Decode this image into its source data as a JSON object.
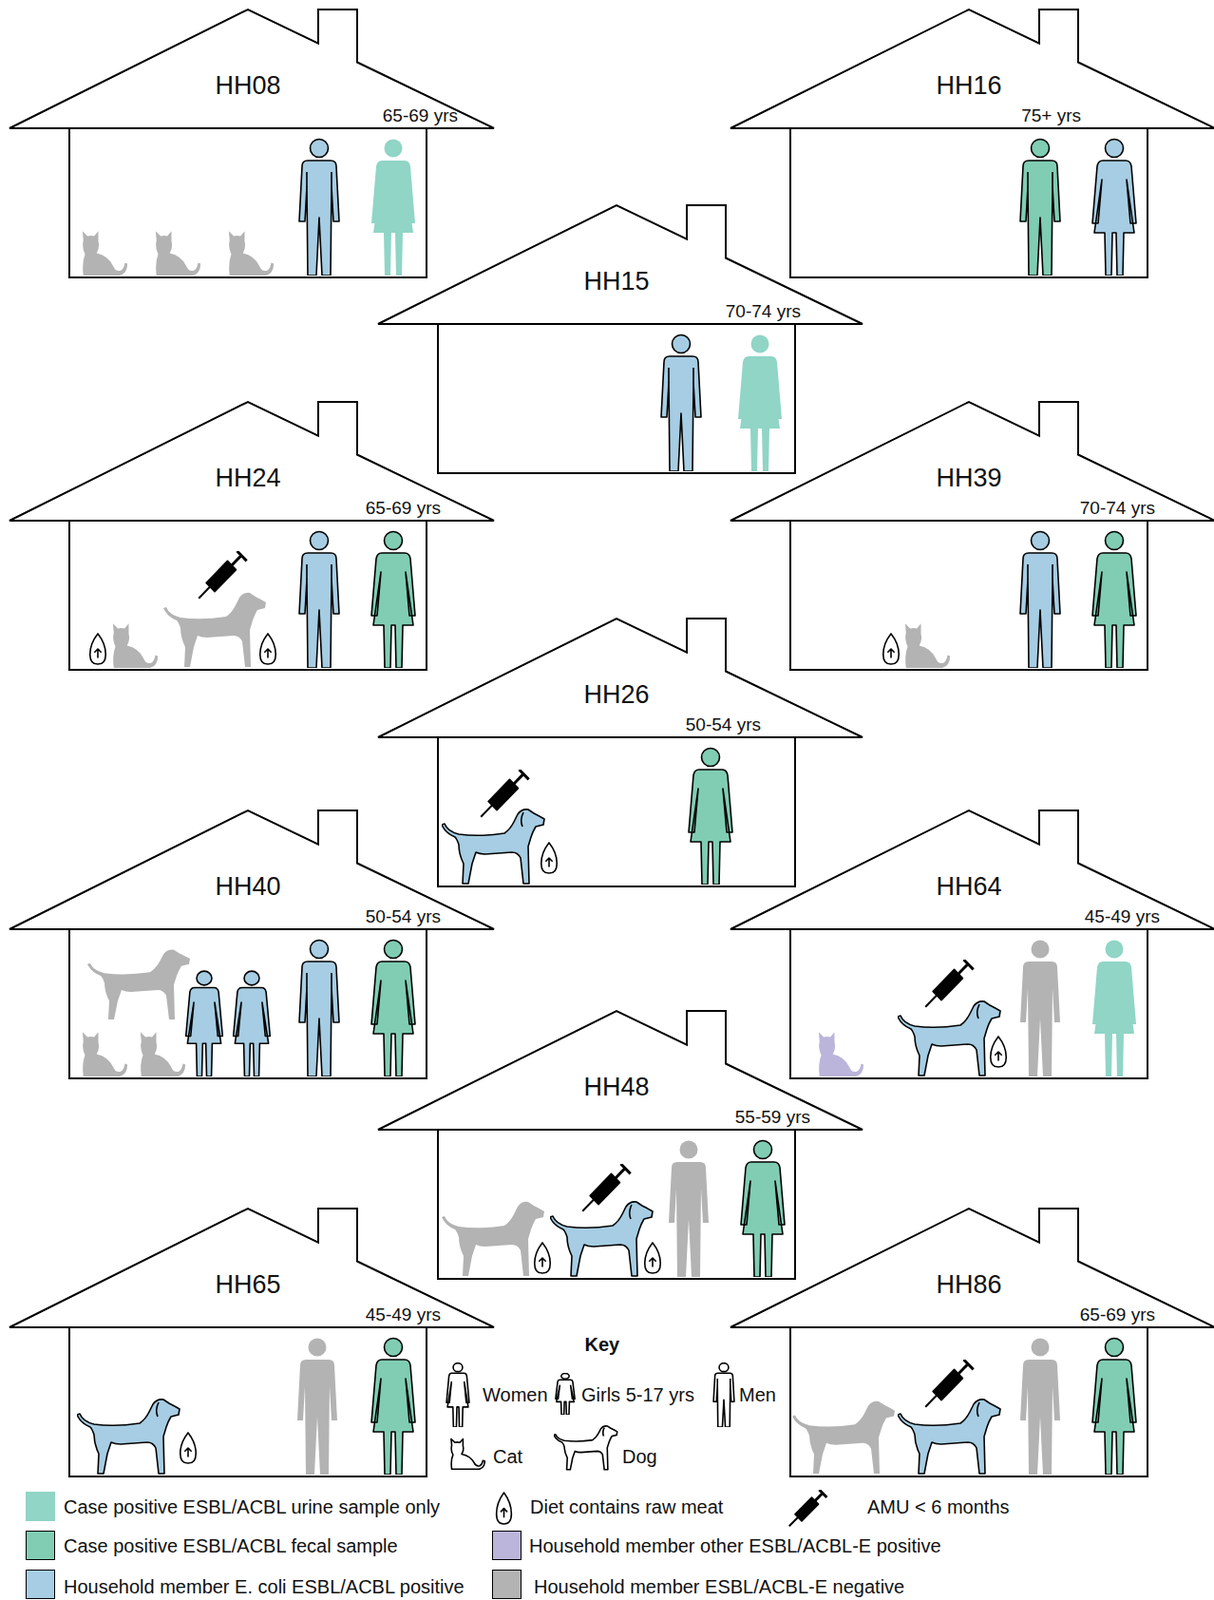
{
  "diagram": {
    "nodes": [
      {
        "text": [
          "HH08",
          "65-69 yrs"
        ]
      },
      {
        "text": [
          "HH16",
          "75+ yrs"
        ]
      },
      {
        "text": [
          "HH15",
          "70-74 yrs"
        ]
      },
      {
        "text": [
          "HH24",
          "65-69 yrs"
        ]
      },
      {
        "text": [
          "HH39",
          "70-74 yrs"
        ]
      },
      {
        "text": [
          "HH26",
          "50-54 yrs"
        ]
      },
      {
        "text": [
          "HH40",
          "50-54 yrs"
        ]
      },
      {
        "text": [
          "HH64",
          "45-49 yrs"
        ]
      },
      {
        "text": [
          "HH48",
          "55-59 yrs"
        ]
      },
      {
        "text": [
          "HH65",
          "45-49 yrs"
        ]
      },
      {
        "text": [
          "HH86",
          "65-69 yrs"
        ]
      }
    ],
    "labels": [
      "Key"
    ],
    "legend": [
      {
        "text": "Women"
      },
      {
        "text": "Girls 5-17 yrs"
      },
      {
        "text": "Men"
      },
      {
        "text": "Cat"
      },
      {
        "text": "Dog"
      },
      {
        "text": "Case positive ESBL/ACBL urine sample only",
        "color": "#90d5c6"
      },
      {
        "text": "Diet contains raw meat"
      },
      {
        "text": "AMU < 6 months"
      },
      {
        "text": "Case positive ESBL/ACBL fecal sample",
        "color": "#80cdb3"
      },
      {
        "text": "Household member other ESBL/ACBL-E positive",
        "color": "#bcb5db"
      },
      {
        "text": "Household member E. coli ESBL/ACBL positive",
        "color": "#a6cde3"
      },
      {
        "text": "Household member ESBL/ACBL-E negative",
        "color": "#b3b3b3"
      }
    ]
  }
}
